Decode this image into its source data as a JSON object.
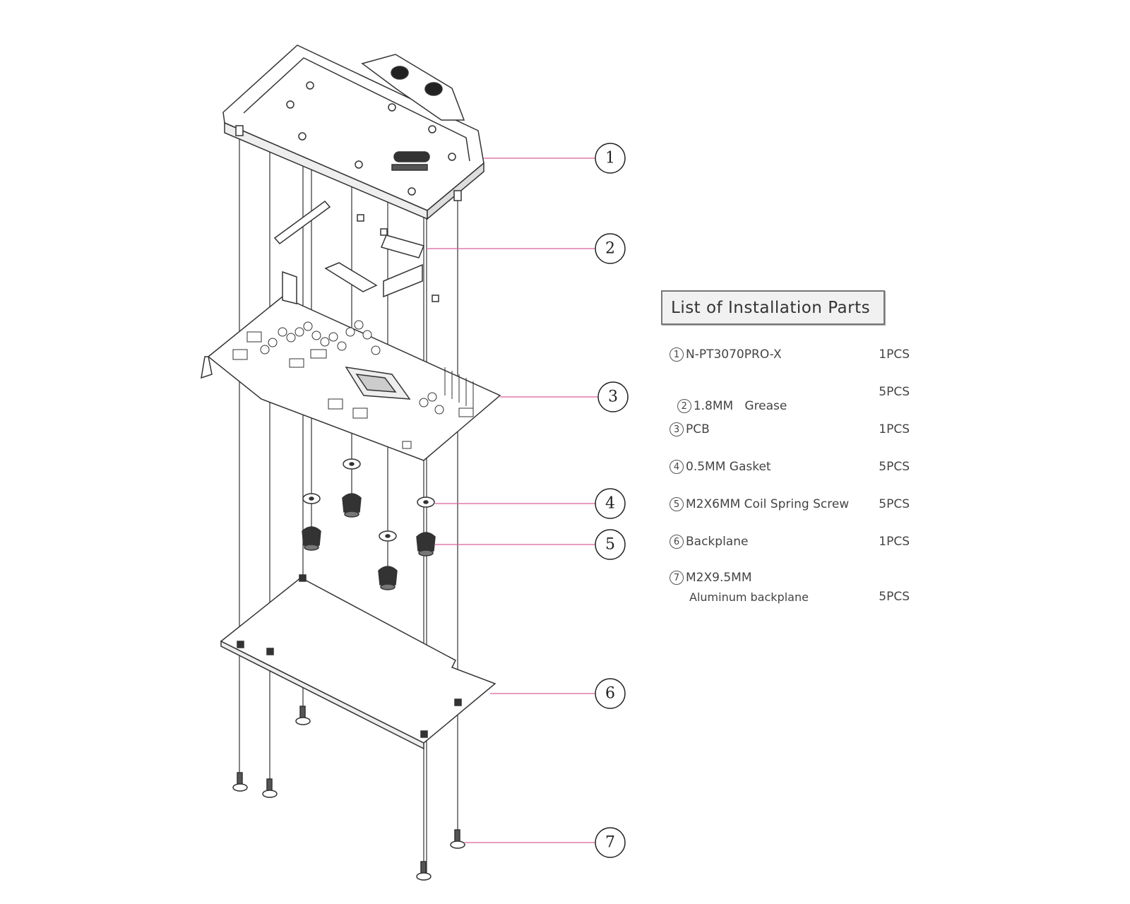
{
  "callouts": [
    "1",
    "2",
    "3",
    "4",
    "5",
    "6",
    "7"
  ],
  "parts_list": {
    "title": "List of Installation Parts",
    "items": [
      {
        "num": "1",
        "name": "N-PT3070PRO-X",
        "qty": "1PCS"
      },
      {
        "num": "2",
        "name": "1.8MM   Grease",
        "qty": "5PCS"
      },
      {
        "num": "3",
        "name": "PCB",
        "qty": "1PCS"
      },
      {
        "num": "4",
        "name": "0.5MM Gasket",
        "qty": "5PCS"
      },
      {
        "num": "5",
        "name": "M2X6MM Coil Spring Screw",
        "qty": "5PCS"
      },
      {
        "num": "6",
        "name": "Backplane",
        "qty": "1PCS"
      },
      {
        "num": "7",
        "name": "M2X9.5MM",
        "subname": "Aluminum backplane",
        "qty": "5PCS"
      }
    ]
  },
  "colors": {
    "leader_line": "#d9609a",
    "line_art": "#333333"
  }
}
